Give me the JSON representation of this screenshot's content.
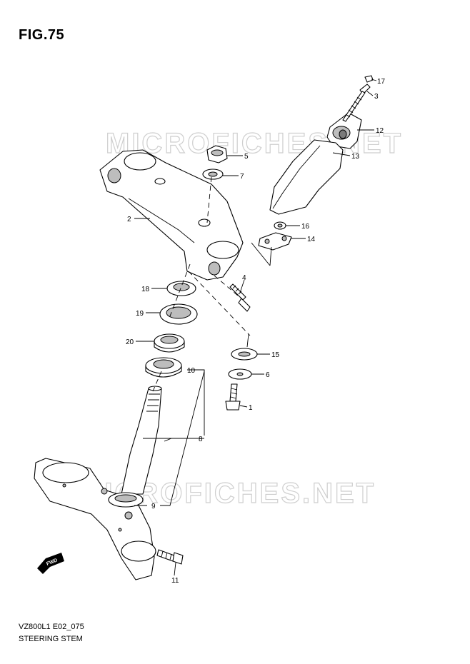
{
  "figure_title": "FIG.75",
  "footer": {
    "code": "VZ800L1 E02_075",
    "title": "STEERING STEM"
  },
  "watermark": "MICROFICHES.NET",
  "direction_marker": "FWD",
  "callouts": [
    "1",
    "2",
    "3",
    "4",
    "5",
    "6",
    "7",
    "8",
    "9",
    "10",
    "11",
    "12",
    "13",
    "14",
    "15",
    "16",
    "17",
    "18",
    "19",
    "20"
  ]
}
